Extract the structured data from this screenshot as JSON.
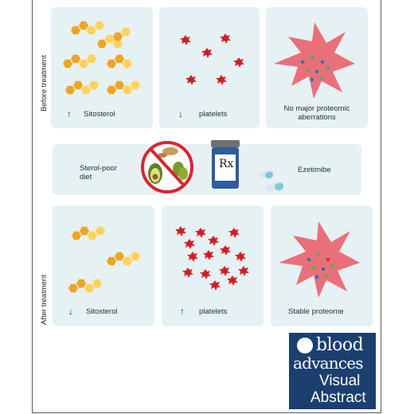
{
  "row_labels": {
    "before": "Before treatment",
    "after": "After treatment"
  },
  "before": {
    "sitosterol": {
      "arrow": "↑",
      "label": "Sitosterol"
    },
    "platelets": {
      "arrow": "↓",
      "label": "platelets"
    },
    "proteome": {
      "label": "No major proteomic aberrations"
    }
  },
  "treatment": {
    "diet_label": "Sterol-poor diet",
    "rx_symbol": "Rx",
    "drug_label": "Ezetimibe"
  },
  "after": {
    "sitosterol": {
      "arrow": "↓",
      "label": "Sitosterol"
    },
    "platelets": {
      "arrow": "↑",
      "label": "platelets"
    },
    "proteome": {
      "label": "Stable proteome"
    }
  },
  "logo": {
    "line1": "blood",
    "line2": "advances",
    "line3": "Visual",
    "line4": "Abstract"
  },
  "colors": {
    "panel": "#e6f1f4",
    "hexagon_dark": "#f0a423",
    "hexagon_light": "#ffd25a",
    "platelet": "#d8272e",
    "cell": "#e9707a",
    "logo_bg": "#1b3f6f",
    "arrow": "#1f3b63"
  }
}
